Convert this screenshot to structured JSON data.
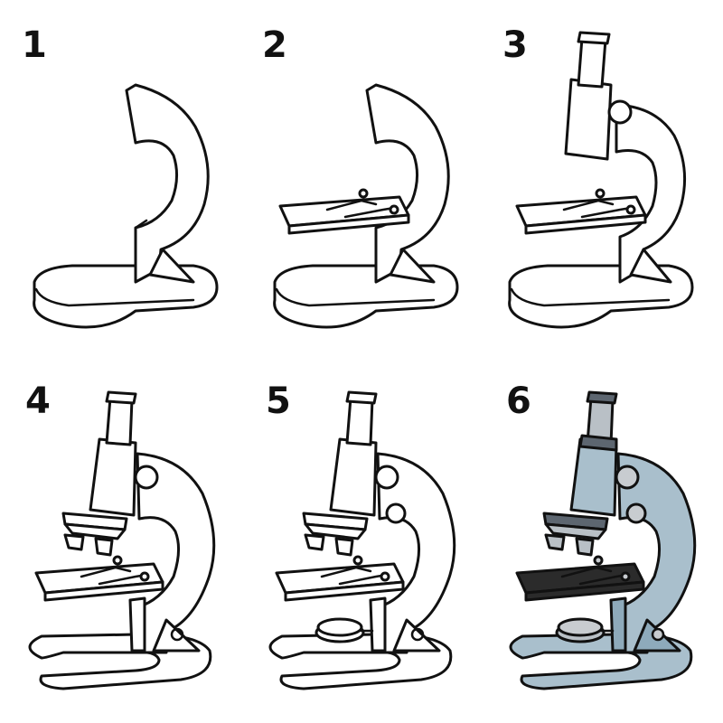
{
  "steps": [
    {
      "number": "1"
    },
    {
      "number": "2"
    },
    {
      "number": "3"
    },
    {
      "number": "4"
    },
    {
      "number": "5"
    },
    {
      "number": "6"
    }
  ],
  "colors": {
    "outline": "#111111",
    "paper": "#ffffff",
    "body_blue": "#a9bfcc",
    "body_blue_shade": "#8eaabb",
    "tube_dark": "#5d6670",
    "stage_black": "#2b2b2b",
    "knob_gray": "#c8ccd0",
    "lens_gray": "#b9c0c6"
  },
  "icons": [
    "microscope-drawing"
  ]
}
